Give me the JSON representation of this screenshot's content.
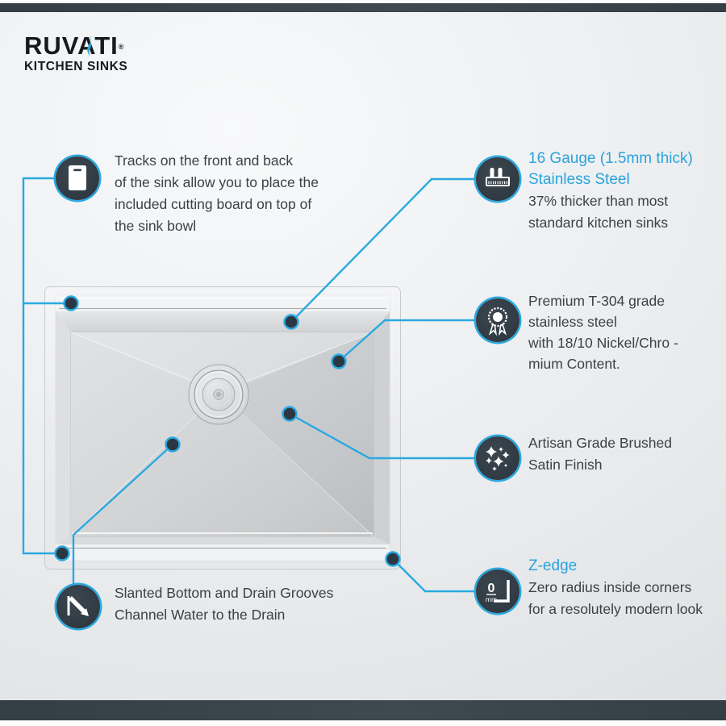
{
  "page": {
    "accent": "#2aa9e0",
    "heading_color": "#2aa3dc",
    "text_color": "#3e4045",
    "dark_circle_color": "#323d46",
    "bar_color": "#37424a",
    "background_color": "#ebedef"
  },
  "logo": {
    "brand": "RUVATI",
    "reg": "®",
    "sub": "KITCHEN SINKS"
  },
  "callouts": [
    {
      "id": "cutting-board-tracks",
      "icon": "cutting-board-icon",
      "lines": [
        "Tracks on the front and back",
        "of the sink allow you to place the",
        "included cutting board on top of",
        "the sink bowl"
      ]
    },
    {
      "id": "gauge-thickness",
      "icon": "thickness-gauge-ruler-icon",
      "heading": [
        "16 Gauge (1.5mm thick)",
        "Stainless Steel"
      ],
      "lines": [
        "37% thicker than most",
        "standard kitchen sinks"
      ]
    },
    {
      "id": "premium-steel",
      "icon": "award-medal-icon",
      "lines": [
        "Premium T-304 grade",
        "stainless steel",
        "with 18/10 Nickel/Chro -",
        "mium Content."
      ]
    },
    {
      "id": "artisan-finish",
      "icon": "sparkles-icon",
      "lines": [
        "Artisan Grade Brushed",
        "Satin Finish"
      ]
    },
    {
      "id": "z-edge",
      "icon": "zero-mm-corner-icon",
      "heading": [
        "Z-edge"
      ],
      "lines": [
        "Zero radius inside corners",
        "for a resolutely modern look"
      ],
      "icon_text": {
        "zero": "0",
        "unit": "mm"
      }
    },
    {
      "id": "slanted-bottom",
      "icon": "slanted-drain-arrow-icon",
      "lines": [
        "Slanted Bottom and Drain Grooves",
        "Channel Water to the Drain"
      ]
    }
  ]
}
